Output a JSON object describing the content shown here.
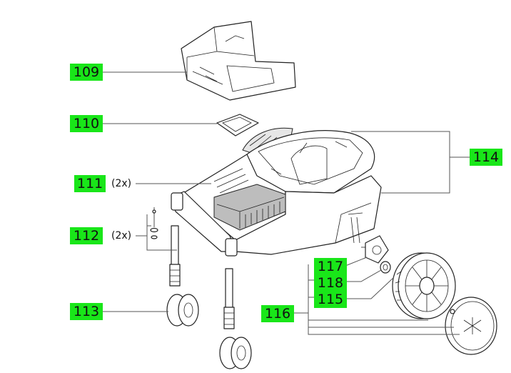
{
  "callouts": [
    {
      "id": "109",
      "label": "109"
    },
    {
      "id": "110",
      "label": "110"
    },
    {
      "id": "111",
      "label": "111",
      "qty": "(2x)"
    },
    {
      "id": "112",
      "label": "112",
      "qty": "(2x)"
    },
    {
      "id": "113",
      "label": "113"
    },
    {
      "id": "114",
      "label": "114"
    },
    {
      "id": "115",
      "label": "115"
    },
    {
      "id": "116",
      "label": "116"
    },
    {
      "id": "117",
      "label": "117"
    },
    {
      "id": "118",
      "label": "118"
    }
  ],
  "colors": {
    "callout_bg": "#19e619",
    "line": "#555555"
  }
}
